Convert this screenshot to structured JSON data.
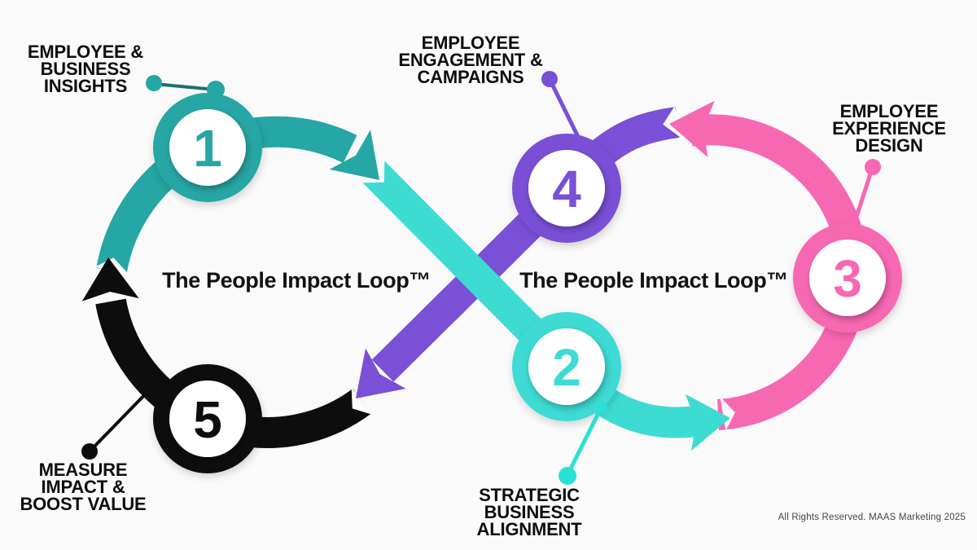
{
  "canvas": {
    "background": "#FBFAFA"
  },
  "titles": {
    "left": "The People Impact Loop™",
    "right": "The People Impact Loop™"
  },
  "footer": {
    "copyright": "All Rights Reserved. MAAS Marketing 2025"
  },
  "nodes": [
    {
      "number": "1",
      "label": "EMPLOYEE &\nBUSINESS\nINSIGHTS",
      "color": "#26A6A4"
    },
    {
      "number": "2",
      "label": "STRATEGIC\nBUSINESS\nALIGNMENT",
      "color": "#3EDBD3"
    },
    {
      "number": "3",
      "label": "EMPLOYEE\nEXPERIENCE\nDESIGN",
      "color": "#F768B3"
    },
    {
      "number": "4",
      "label": "EMPLOYEE\nENGAGEMENT &\nCAMPAIGNS",
      "color": "#7A50D6"
    },
    {
      "number": "5",
      "label": "MEASURE\nIMPACT &\nBOOST VALUE",
      "color": "#0D0D0D"
    }
  ],
  "colors": {
    "teal_segment": "#26A6A4",
    "cyan_segment": "#3EDBD3",
    "pink_segment": "#F768B3",
    "purple_segment": "#7A50D6",
    "black_segment": "#0D0D0D",
    "label_text": "#0E0E0E",
    "title_text": "#121212",
    "footer_text": "#454545"
  },
  "flow_sequence": [
    "1",
    "2",
    "3",
    "4",
    "5"
  ]
}
